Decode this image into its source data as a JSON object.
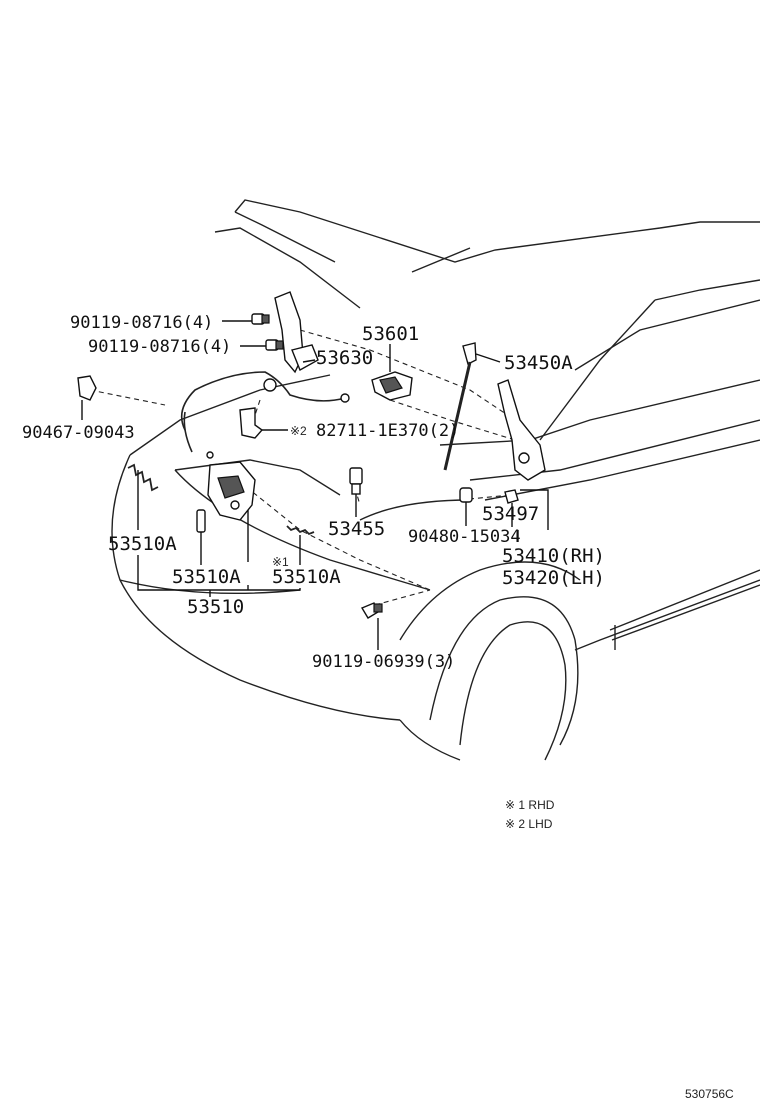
{
  "labels": {
    "bolt_upper": "90119-08716(4)",
    "bolt_lower": "90119-08716(4)",
    "clip_left": "90467-09043",
    "latch_mount_note_mark": "※2",
    "cable_clip": "82711-1E370(2)",
    "release_lever": "53601",
    "release_cable": "53630",
    "hood_support": "53450A",
    "bumper_cushion": "53455",
    "grommet": "90480-15034",
    "hinge_bolt": "53497",
    "hinge_rh": "53410(RH)",
    "hinge_lh": "53420(LH)",
    "lock_assy_left": "53510A",
    "lock_assy_center": "53510A",
    "spring_mark": "※1",
    "lock_assy_right": "53510A",
    "lock_assy": "53510",
    "screw_bottom": "90119-06939(3)"
  },
  "legend": {
    "note_1": "※ 1 RHD",
    "note_2": "※ 2 LHD"
  },
  "drawing_code": "530756C"
}
